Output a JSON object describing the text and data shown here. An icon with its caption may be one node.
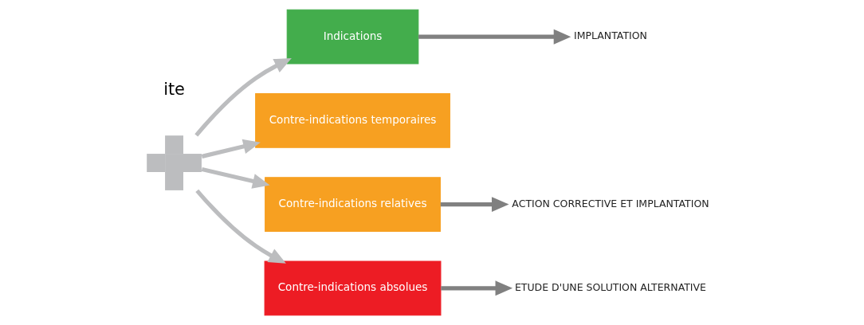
{
  "diagram": {
    "nodes": [
      {
        "text": [
          "Indications"
        ]
      },
      {
        "text": [
          "IMPLANTATION"
        ]
      },
      {
        "text": [
          "Contre-indications temporaires"
        ]
      },
      {
        "text": [],
        "shape": "cross"
      },
      {
        "text": [
          "Contre-indications relatives"
        ]
      },
      {
        "text": [
          "ACTION CORRECTIVE ET IMPLANTATION"
        ]
      },
      {
        "text": [
          "Contre-indications absolues"
        ]
      },
      {
        "text": [
          "ETUDE D'UNE SOLUTION ALTERNATIVE"
        ]
      }
    ],
    "edges": [
      {
        "from": 0,
        "to": 1,
        "arrow": "to"
      },
      {
        "from": 3,
        "to": 0,
        "arrow": "to",
        "color": "#bcbdbf"
      },
      {
        "from": 3,
        "to": 2,
        "arrow": "to",
        "color": "#bcbdbf"
      },
      {
        "from": 3,
        "to": 4,
        "arrow": "to",
        "color": "#bcbdbf"
      },
      {
        "from": 3,
        "to": 6,
        "arrow": "to",
        "color": "#bcbdbf"
      },
      {
        "from": 4,
        "to": 5,
        "arrow": "to"
      },
      {
        "from": 6,
        "to": 7,
        "arrow": "to"
      }
    ],
    "labels": [
      "ite"
    ]
  }
}
